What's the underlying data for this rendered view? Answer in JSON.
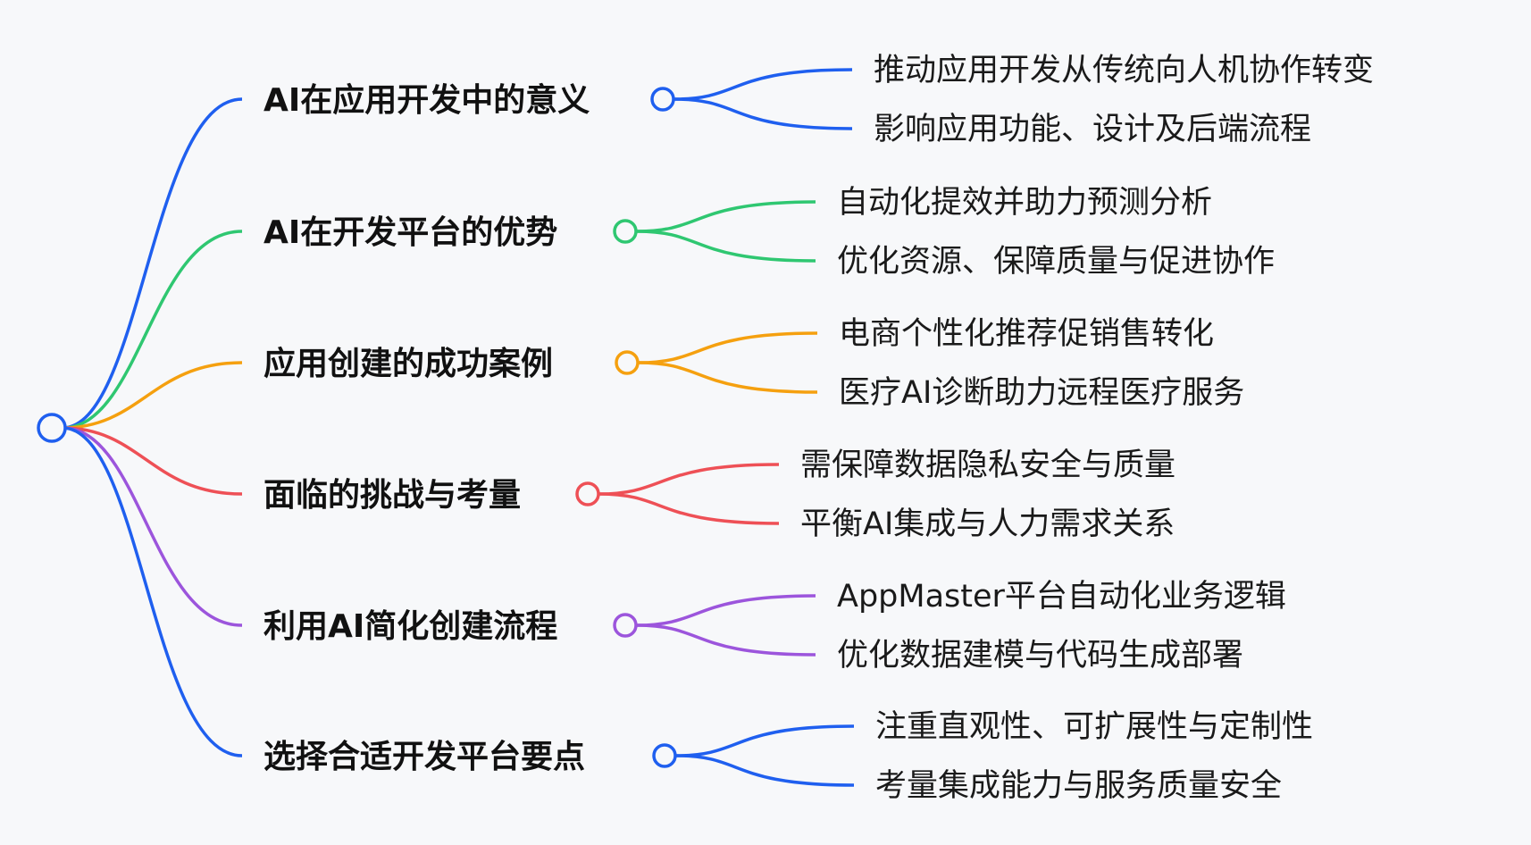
{
  "colors": {
    "blue": "#1f5fef",
    "green": "#2fc771",
    "orange": "#f5a00f",
    "red": "#ee5056",
    "purple": "#9c55dc"
  },
  "branches": [
    {
      "label": "AI在应用开发中的意义",
      "color": "#1f5fef",
      "children": [
        "推动应用开发从传统向人机协作转变",
        "影响应用功能、设计及后端流程"
      ]
    },
    {
      "label": "AI在开发平台的优势",
      "color": "#2fc771",
      "children": [
        "自动化提效并助力预测分析",
        "优化资源、保障质量与促进协作"
      ]
    },
    {
      "label": "应用创建的成功案例",
      "color": "#f5a00f",
      "children": [
        "电商个性化推荐促销售转化",
        "医疗AI诊断助力远程医疗服务"
      ]
    },
    {
      "label": "面临的挑战与考量",
      "color": "#ee5056",
      "children": [
        "需保障数据隐私安全与质量",
        "平衡AI集成与人力需求关系"
      ]
    },
    {
      "label": "利用AI简化创建流程",
      "color": "#9c55dc",
      "children": [
        "AppMaster平台自动化业务逻辑",
        "优化数据建模与代码生成部署"
      ]
    },
    {
      "label": "选择合适开发平台要点",
      "color": "#1f5fef",
      "children": [
        "注重直观性、可扩展性与定制性",
        "考量集成能力与服务质量安全"
      ]
    }
  ]
}
